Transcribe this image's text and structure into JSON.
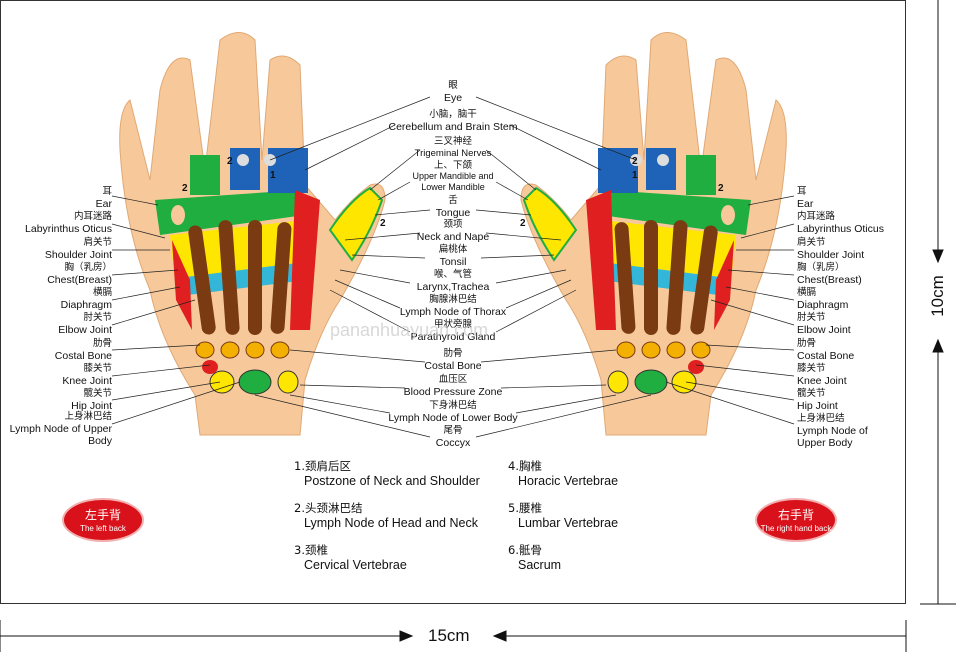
{
  "left_labels": [
    {
      "zh": "耳",
      "en": "Ear"
    },
    {
      "zh": "内耳迷路",
      "en": "Labyrinthus Oticus"
    },
    {
      "zh": "肩关节",
      "en": "Shoulder Joint"
    },
    {
      "zh": "胸（乳房）",
      "en": "Chest(Breast)"
    },
    {
      "zh": "横膈",
      "en": "Diaphragm"
    },
    {
      "zh": "肘关节",
      "en": "Elbow Joint"
    },
    {
      "zh": "肋骨",
      "en": "Costal Bone"
    },
    {
      "zh": "膝关节",
      "en": "Knee Joint"
    },
    {
      "zh": "髋关节",
      "en": "Hip Joint"
    },
    {
      "zh": "上身淋巴结",
      "en": "Lymph Node of Upper Body"
    }
  ],
  "right_labels": [
    {
      "zh": "耳",
      "en": "Ear"
    },
    {
      "zh": "内耳迷路",
      "en": "Labyrinthus Oticus"
    },
    {
      "zh": "肩关节",
      "en": "Shoulder Joint"
    },
    {
      "zh": "胸（乳房）",
      "en": "Chest(Breast)"
    },
    {
      "zh": "横膈",
      "en": "Diaphragm"
    },
    {
      "zh": "肘关节",
      "en": "Elbow Joint"
    },
    {
      "zh": "肋骨",
      "en": "Costal Bone"
    },
    {
      "zh": "膝关节",
      "en": "Knee Joint"
    },
    {
      "zh": "髋关节",
      "en": "Hip Joint"
    },
    {
      "zh": "上身淋巴结",
      "en": "Lymph Node of Upper Body"
    }
  ],
  "center_labels": [
    {
      "zh": "眼",
      "en": "Eye"
    },
    {
      "zh": "小脑，脑干",
      "en": "Cerebellum and Brain Stem"
    },
    {
      "zh": "三叉神经",
      "en": "Trigeminal Nerves"
    },
    {
      "zh": "上、下颌",
      "en": "Upper Mandible and Lower Mandible"
    },
    {
      "zh": "舌",
      "en": "Tongue"
    },
    {
      "zh": "颈项",
      "en": "Neck and Nape"
    },
    {
      "zh": "扁桃体",
      "en": "Tonsil"
    },
    {
      "zh": "喉、气管",
      "en": "Larynx,Trachea"
    },
    {
      "zh": "胸腺淋巴结",
      "en": "Lymph Node of Thorax"
    },
    {
      "zh": "甲状旁腺",
      "en": "Parathyroid Gland"
    },
    {
      "zh": "肋骨",
      "en": "Costal Bone"
    },
    {
      "zh": "血压区",
      "en": "Blood Pressure Zone"
    },
    {
      "zh": "下身淋巴结",
      "en": "Lymph Node of Lower Body"
    },
    {
      "zh": "尾骨",
      "en": "Coccyx"
    }
  ],
  "legend": [
    {
      "zh": "1.颈肩后区",
      "en": "Postzone of Neck and Shoulder"
    },
    {
      "zh": "2.头颈淋巴结",
      "en": "Lymph Node of Head and Neck"
    },
    {
      "zh": "3.颈椎",
      "en": "Cervical Vertebrae"
    },
    {
      "zh": "4.胸椎",
      "en": "Horacic Vertebrae"
    },
    {
      "zh": "5.腰椎",
      "en": "Lumbar Vertebrae"
    },
    {
      "zh": "6.骶骨",
      "en": "Sacrum"
    }
  ],
  "left_badge": {
    "zh": "左手背",
    "en": "The left back"
  },
  "right_badge": {
    "zh": "右手背",
    "en": "The right hand back"
  },
  "dimensions": {
    "width": "15cm",
    "height": "10cm"
  },
  "watermark": "pananhuayuan.com",
  "zone_numbers": [
    "1",
    "2"
  ],
  "colors": {
    "skin": "#f7c99a",
    "green": "#1fae3f",
    "yellow": "#ffe600",
    "blue": "#1f63b8",
    "red": "#e02020",
    "cyan": "#33b6d8",
    "brown": "#7a3b12"
  }
}
